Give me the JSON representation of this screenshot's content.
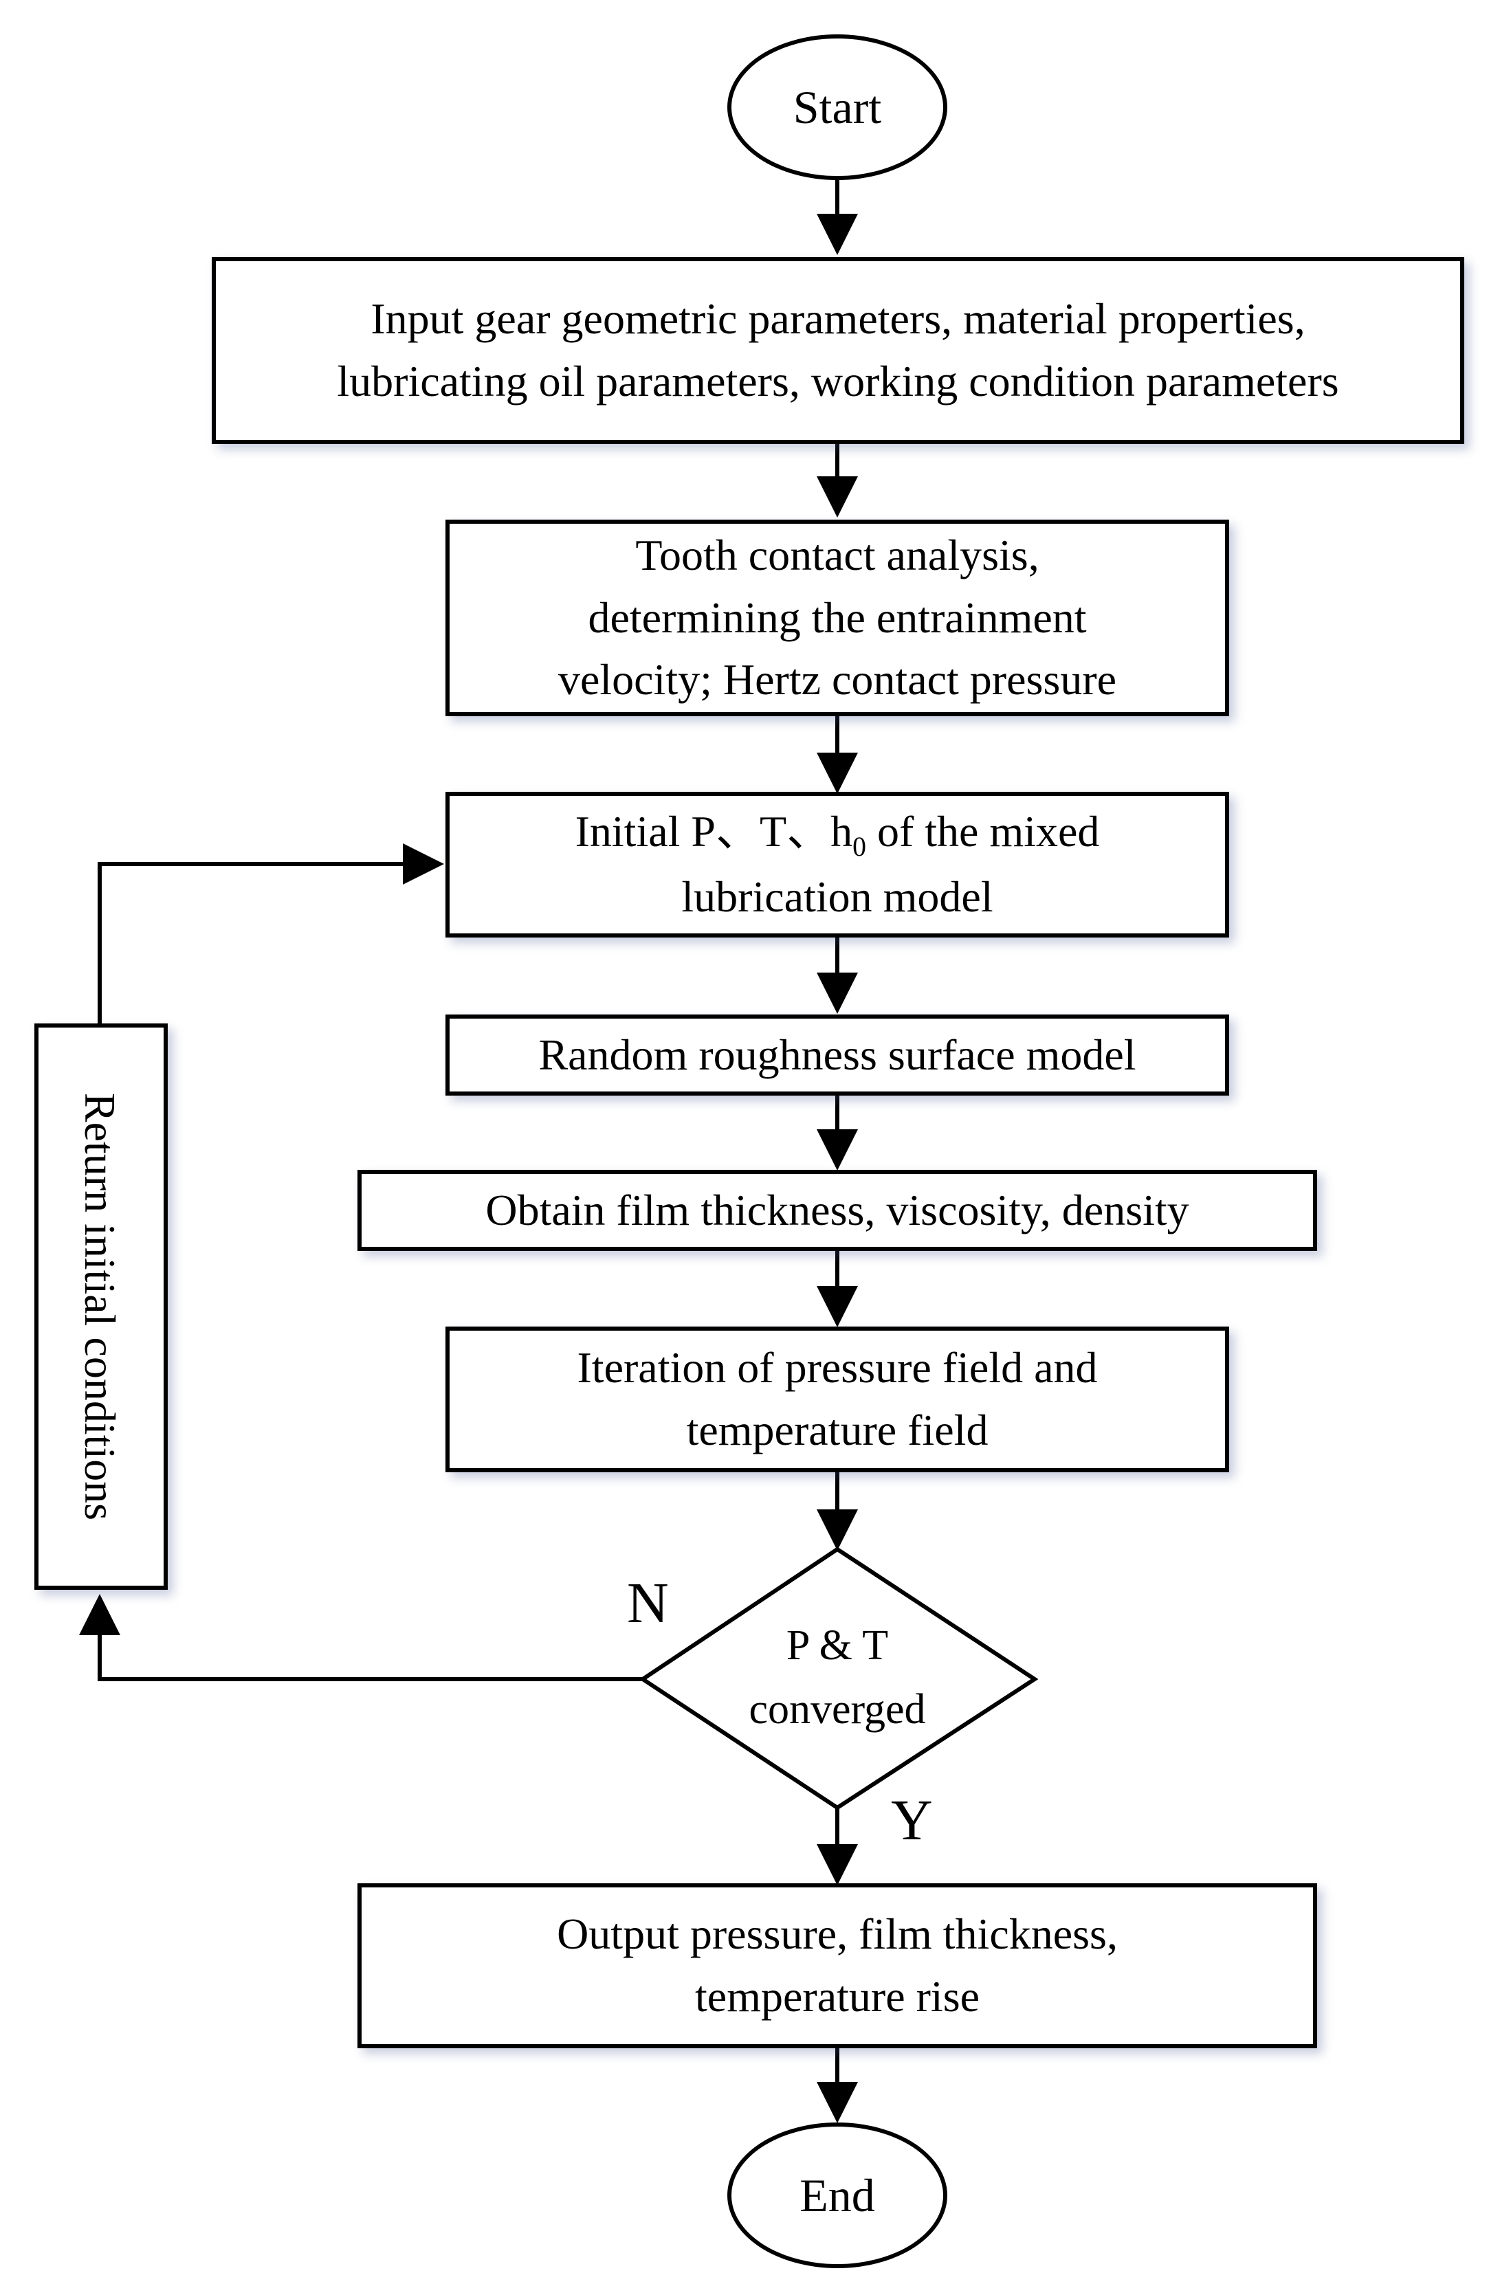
{
  "nodes": {
    "start": "Start",
    "input": [
      "Input gear geometric parameters, material properties,",
      "lubricating oil parameters, working condition parameters"
    ],
    "tca": [
      "Tooth contact analysis,",
      "determining the entrainment",
      "velocity; Hertz contact pressure"
    ],
    "initial": {
      "prefix": "Initial P、T、h",
      "subscript": "0",
      "suffix": " of the mixed",
      "line2": "lubrication model"
    },
    "roughness": "Random roughness surface model",
    "film": "Obtain film thickness, viscosity, density",
    "iteration": [
      "Iteration of pressure field and",
      "temperature field"
    ],
    "decision": [
      "P & T",
      "converged"
    ],
    "output": [
      "Output pressure, film thickness,",
      "temperature rise"
    ],
    "end": "End",
    "return_box": "Return initial conditions"
  },
  "branch_labels": {
    "no": "N",
    "yes": "Y"
  }
}
